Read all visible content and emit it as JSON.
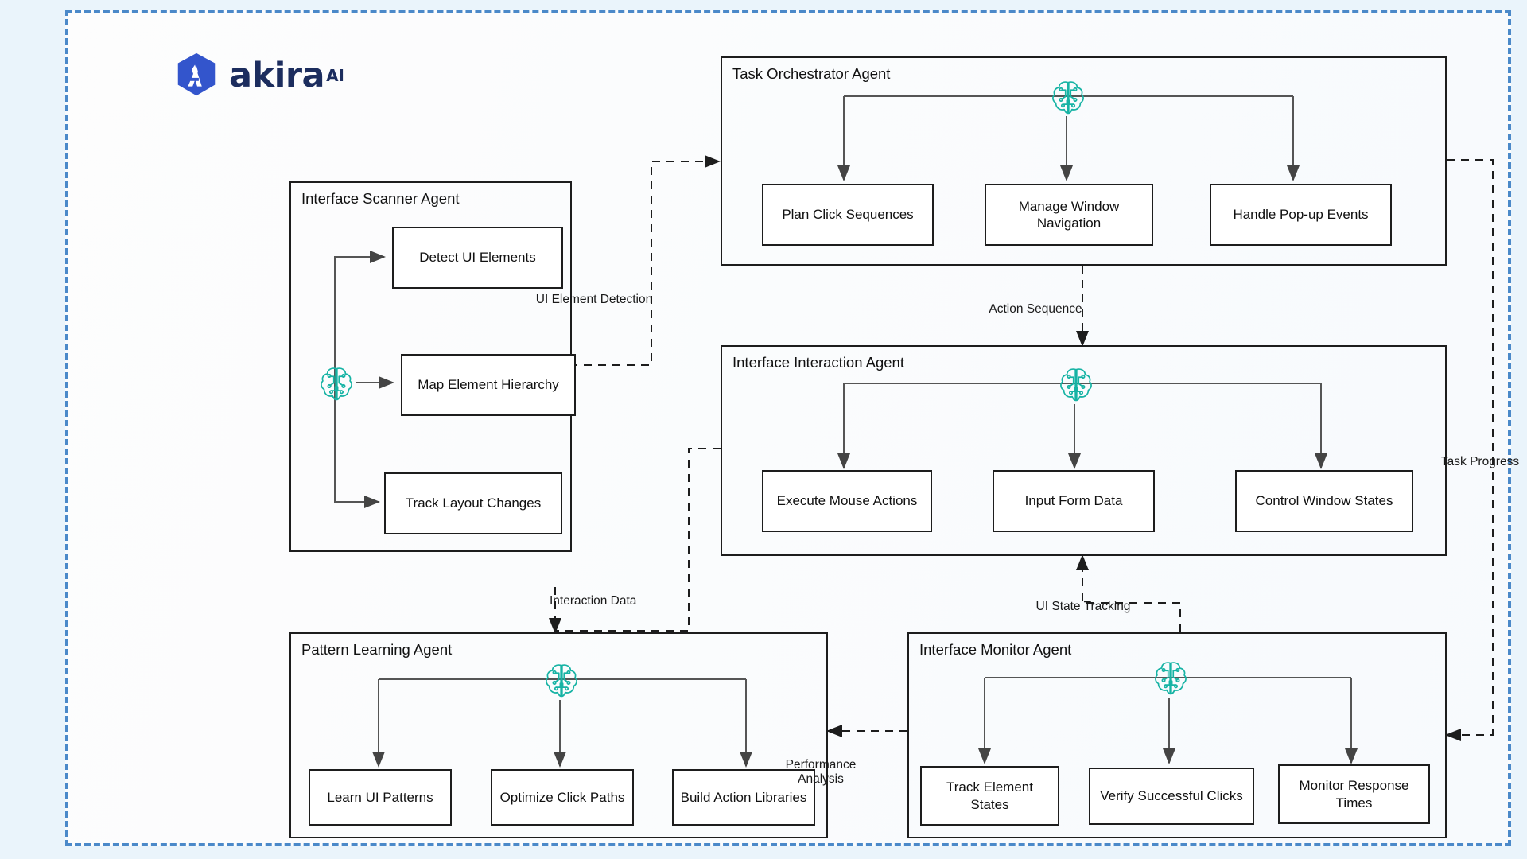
{
  "brand": {
    "name": "akira",
    "superscript": "AI",
    "logo_icon": "akira-hexagon-logo",
    "primary_color": "#3355cc",
    "text_color": "#1c2d5e"
  },
  "canvas": {
    "background_color": "#eaf4fb",
    "frame_border_color": "#4b89c9",
    "frame_style": "dashed",
    "node_border_color": "#1d1d1d",
    "accent_icon_color": "#16b3a4"
  },
  "diagram": {
    "type": "agent-architecture-flow",
    "agents": [
      {
        "id": "interface-scanner",
        "title": "Interface Scanner Agent",
        "icon": "brain-circuit-icon",
        "layout": "vertical",
        "nodes": [
          {
            "id": "detect-ui-elements",
            "label": "Detect UI Elements"
          },
          {
            "id": "map-element-hierarchy",
            "label": "Map Element Hierarchy"
          },
          {
            "id": "track-layout-changes",
            "label": "Track Layout Changes"
          }
        ]
      },
      {
        "id": "task-orchestrator",
        "title": "Task Orchestrator Agent",
        "icon": "brain-circuit-icon",
        "layout": "horizontal",
        "nodes": [
          {
            "id": "plan-click-sequences",
            "label": "Plan Click Sequences"
          },
          {
            "id": "manage-window-navigation",
            "label": "Manage Window\nNavigation"
          },
          {
            "id": "handle-popup-events",
            "label": "Handle Pop-up Events"
          }
        ]
      },
      {
        "id": "interface-interaction",
        "title": "Interface Interaction Agent",
        "icon": "brain-circuit-icon",
        "layout": "horizontal",
        "nodes": [
          {
            "id": "execute-mouse-actions",
            "label": "Execute Mouse Actions"
          },
          {
            "id": "input-form-data",
            "label": "Input Form Data"
          },
          {
            "id": "control-window-states",
            "label": "Control Window States"
          }
        ]
      },
      {
        "id": "pattern-learning",
        "title": "Pattern Learning Agent",
        "icon": "brain-circuit-icon",
        "layout": "horizontal",
        "nodes": [
          {
            "id": "learn-ui-patterns",
            "label": "Learn UI Patterns"
          },
          {
            "id": "optimize-click-paths",
            "label": "Optimize Click Paths"
          },
          {
            "id": "build-action-libraries",
            "label": "Build Action Libraries"
          }
        ]
      },
      {
        "id": "interface-monitor",
        "title": "Interface Monitor Agent",
        "icon": "brain-circuit-icon",
        "layout": "horizontal",
        "nodes": [
          {
            "id": "track-element-states",
            "label": "Track Element\nStates"
          },
          {
            "id": "verify-successful-clicks",
            "label": "Verify Successful Clicks"
          },
          {
            "id": "monitor-response-times",
            "label": "Monitor Response\nTimes"
          }
        ]
      }
    ],
    "connections": [
      {
        "id": "ui-element-detection",
        "label": "UI Element Detection",
        "from": "interface-scanner",
        "to": "task-orchestrator",
        "style": "dashed"
      },
      {
        "id": "action-sequence",
        "label": "Action Sequence",
        "from": "task-orchestrator",
        "to": "interface-interaction",
        "style": "dashed"
      },
      {
        "id": "interaction-data",
        "label": "Interaction Data",
        "from": "interface-interaction",
        "to": "pattern-learning",
        "style": "dashed"
      },
      {
        "id": "ui-state-tracking",
        "label": "UI State Tracking",
        "from": "interface-monitor",
        "to": "interface-interaction",
        "style": "dashed"
      },
      {
        "id": "performance-analysis",
        "label": "Performance\nAnalysis",
        "from": "interface-monitor",
        "to": "pattern-learning",
        "style": "dashed"
      },
      {
        "id": "task-progress",
        "label": "Task Progress",
        "from": "task-orchestrator",
        "to": "interface-monitor",
        "style": "dashed"
      }
    ]
  }
}
